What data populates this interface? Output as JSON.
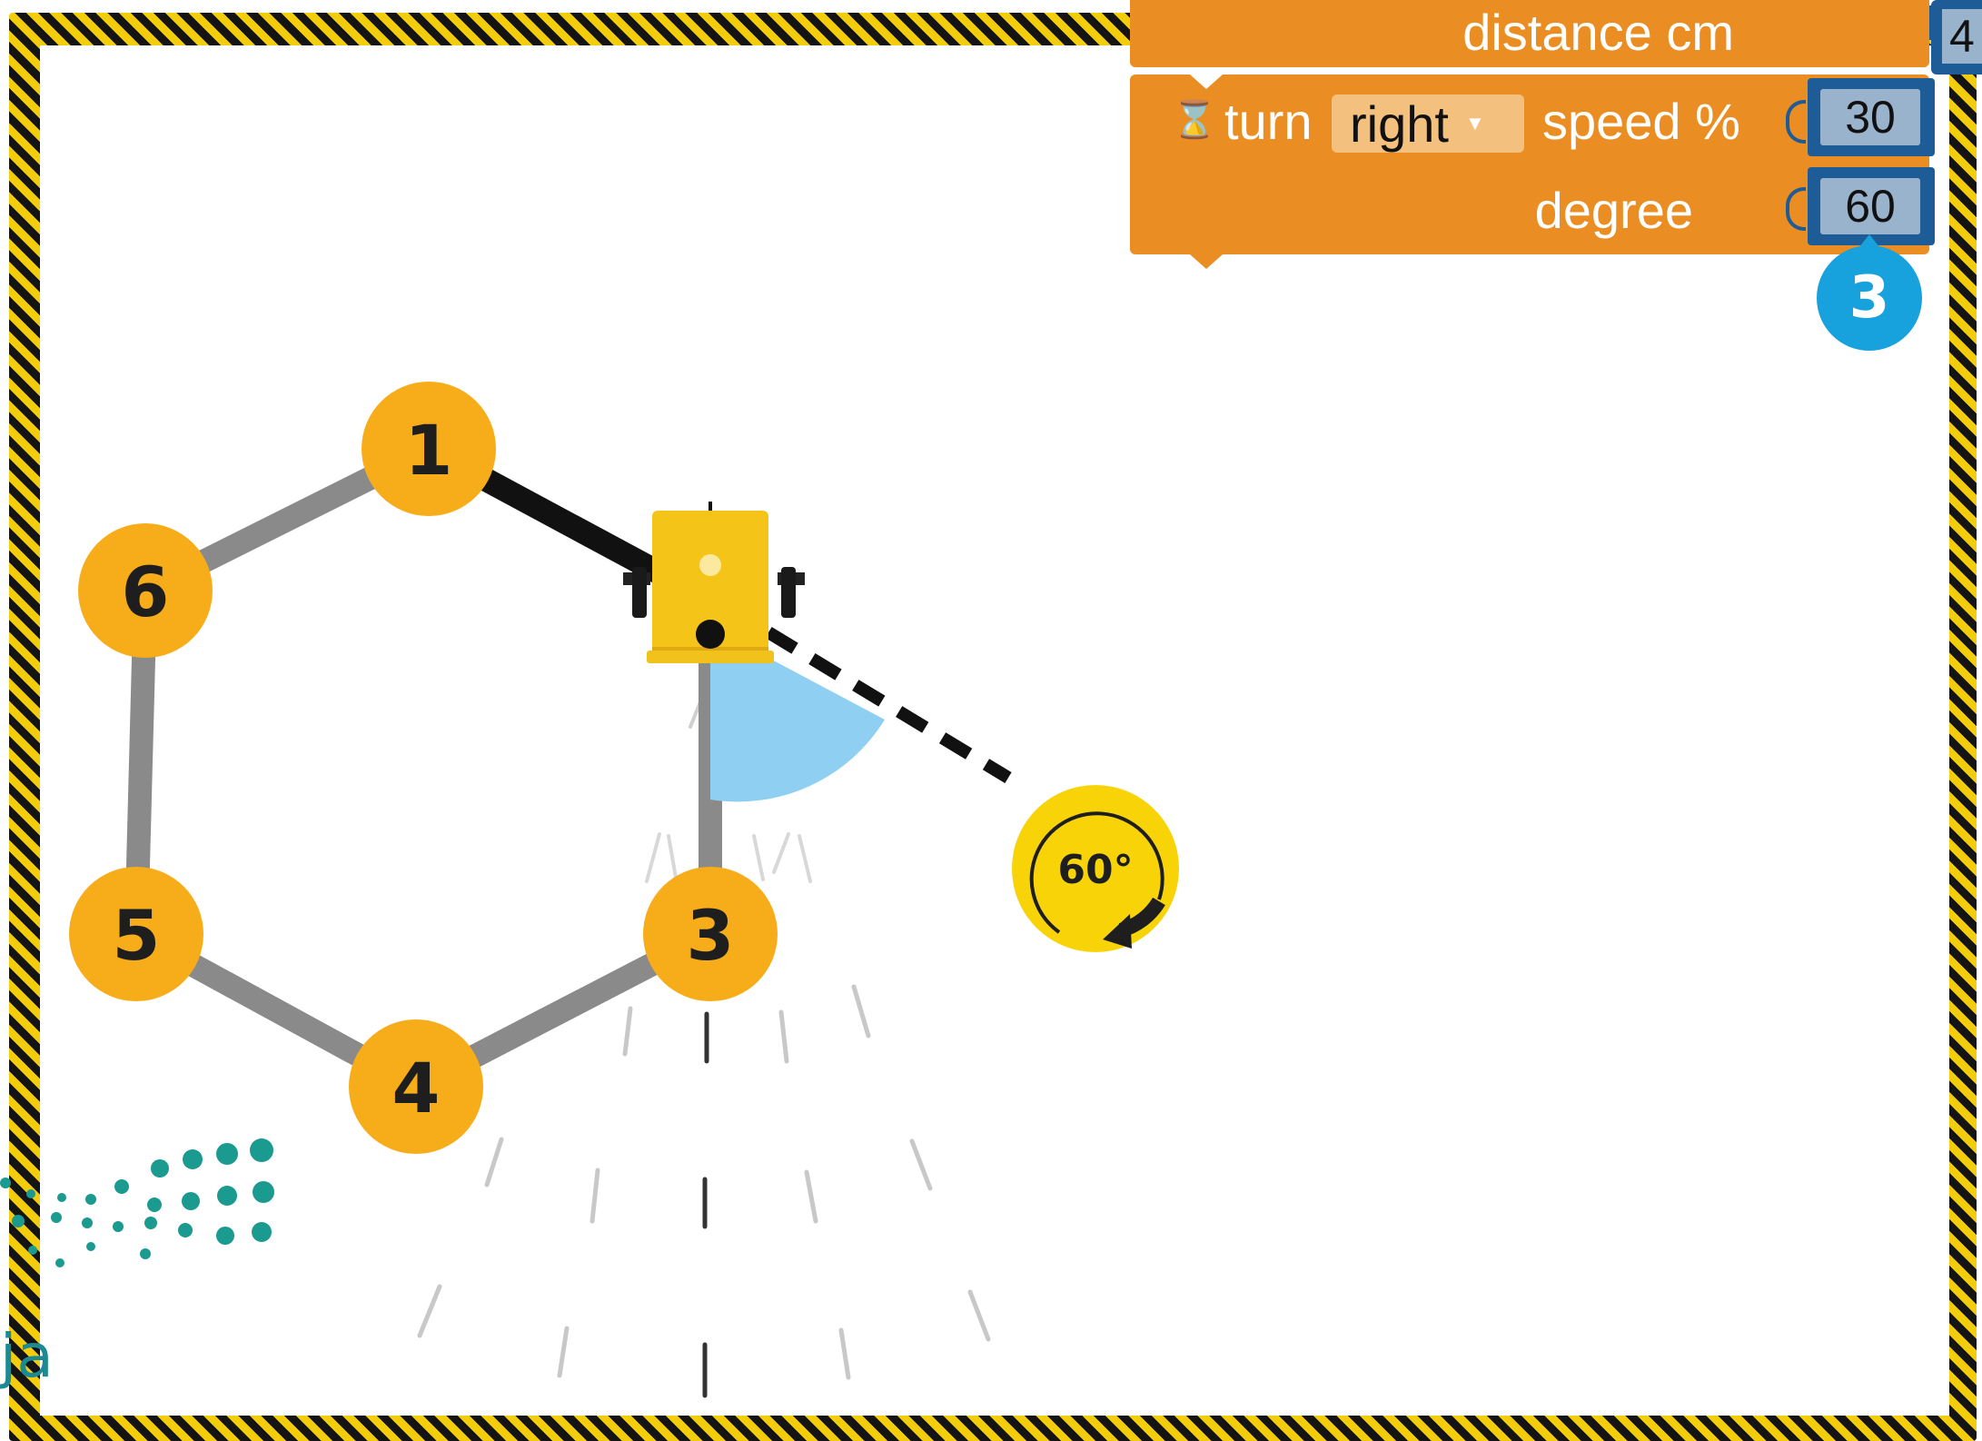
{
  "blocks": {
    "distance": {
      "label": "distance cm",
      "value": "4"
    },
    "turn": {
      "icon": "hourglass-icon",
      "label": "turn",
      "direction": "right",
      "speed_label": "speed %",
      "speed_value": "30",
      "degree_label": "degree",
      "degree_value": "60"
    },
    "block_color": "#ea8d22",
    "slot_color": "#1d5c96"
  },
  "step_marker": {
    "label": "3",
    "color": "#17a2de"
  },
  "scene": {
    "nodes": [
      {
        "label": "1"
      },
      {
        "label": "6"
      },
      {
        "label": "5"
      },
      {
        "label": "4"
      },
      {
        "label": "3"
      }
    ],
    "node_color": "#f7ad1a",
    "turn_badge": {
      "label": "60°",
      "color": "#f7d308"
    },
    "robot_icon": "robot-car-icon"
  },
  "watermark": {
    "text": "ja",
    "logo_icon": "ministry-dots-logo"
  },
  "arena_border_colors": [
    "#141414",
    "#f3cd0c"
  ]
}
